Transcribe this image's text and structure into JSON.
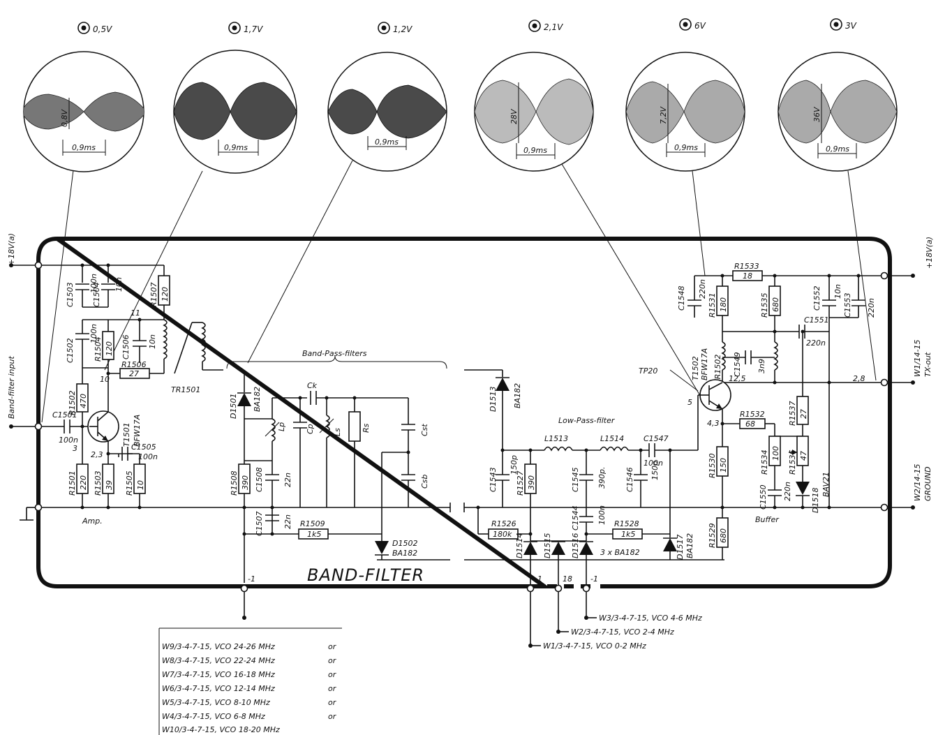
{
  "title": "BAND-FILTER",
  "scopes": [
    {
      "probe": "0,5V",
      "amplitude": "0,8V",
      "period": "0,9ms"
    },
    {
      "probe": "1,7V",
      "amplitude": "",
      "period": "0,9ms"
    },
    {
      "probe": "1,2V",
      "amplitude": "",
      "period": "0,9ms"
    },
    {
      "probe": "2,1V",
      "amplitude": "28V",
      "period": "0,9ms"
    },
    {
      "probe": "6V",
      "amplitude": "7,2V",
      "period": "0,9ms"
    },
    {
      "probe": "3V",
      "amplitude": "36V",
      "period": "0,9ms"
    }
  ],
  "terminals": {
    "left_supply": "+18V(a)",
    "left_input": "Band-filter input",
    "right_supply": "+18V(a)",
    "right_out_code": "W1/14-15",
    "right_out": "TX-out",
    "right_gnd_code": "W2/14-15",
    "right_gnd": "GROUND"
  },
  "sections": {
    "bpf": "Band-Pass-filters",
    "lpf": "Low-Pass-filter",
    "amp": "Amp.",
    "buffer": "Buffer",
    "tp": "TP20"
  },
  "components": {
    "c1503": "C1503",
    "c1503v": "100n",
    "c1504": "C1504",
    "c1504v": "10n",
    "r1507": "R1507",
    "r1507v": "120",
    "c1502": "C1502",
    "c1502v": "100n",
    "r1504": "R1504",
    "r1504v": "120",
    "c1506": "C1506",
    "c1506v": "10n",
    "r1506": "R1506",
    "r1506v": "27",
    "tr1501": "TR1501",
    "r1502": "R1502",
    "r1502v": "470",
    "c1501": "C1501",
    "c1501v": "100n",
    "t1501": "T1501",
    "t1501v": "BFW17A",
    "c1505": "C1505",
    "c1505v": "100n",
    "r1501": "R1501",
    "r1501v": "220",
    "r1503": "R1503",
    "r1503v": "39",
    "r1505": "R1505",
    "r1505v": "10",
    "d1501": "D1501",
    "d1501v": "BA182",
    "ck": "Ck",
    "lp": "Lp",
    "cp": "Cp",
    "ls": "Ls",
    "rs": "Rs",
    "cst": "Cst",
    "csb": "Csb",
    "r1508": "R1508",
    "r1508v": "390",
    "c1508": "C1508",
    "c1508v": "22n",
    "c1507": "C1507",
    "c1507v": "22n",
    "r1509": "R1509",
    "r1509v": "1k5",
    "d1502": "D1502",
    "d1502v": "BA182",
    "d1513": "D1513",
    "d1513v": "BA182",
    "l1513": "L1513",
    "l1514": "L1514",
    "c1547": "C1547",
    "c1547v": "100n",
    "c1543": "C1543",
    "c1543v": "150p",
    "r1527": "R1527",
    "r1527v": "390",
    "c1545": "C1545",
    "c1545v": "390p.",
    "c1546": "C1546",
    "c1546v": "150p",
    "c1544": "C1544",
    "c1544v": "100n",
    "r1526": "R1526",
    "r1526v": "180k",
    "r1528": "R1528",
    "r1528v": "1k5",
    "d1514": "D1514",
    "d1515": "D1515",
    "d1516": "D1516",
    "d151x": "3 x BA182",
    "d1517": "D1517",
    "d1517v": "BA182",
    "c1548": "C1548",
    "c1548v": "220n",
    "r1531": "R1531",
    "r1531v": "180",
    "r1533": "R1533",
    "r1533v": "18",
    "r1535": "R1535",
    "r1535v": "680",
    "c1552": "C1552",
    "c1552v": "10n",
    "c1553": "C1553",
    "c1553v": "220n",
    "c1551": "C1551",
    "c1551v": "220n",
    "c1549": "C1549",
    "c1549v": "3n9",
    "t1502": "T1502",
    "t1502v": "BFW17A",
    "tr1502": "TR1502",
    "r1532": "R1532",
    "r1532v": "68",
    "r1537": "R1537",
    "r1537v": "27",
    "r1530": "R1530",
    "r1530v": "150",
    "r1534": "R1534",
    "r1534v": "100",
    "r1536": "R1536",
    "r1536v": "47",
    "c1550": "C1550",
    "c1550v": "220n",
    "d1518": "D1518",
    "d1518v": "BAV21",
    "r1529": "R1529",
    "r1529v": "680"
  },
  "nodes": {
    "n11": "11",
    "n10": "10",
    "n3": "3",
    "n23": "2,3",
    "n125": "12,5",
    "n28": "2,8",
    "n5": "5",
    "n43": "4,3",
    "b1": "-1",
    "b2": "-1",
    "b3": "18",
    "b4": "-1"
  },
  "vco_left": [
    {
      "text": "W9/3-4-7-15, VCO 24-26 MHz",
      "or": "or"
    },
    {
      "text": "W8/3-4-7-15, VCO 22-24 MHz",
      "or": "or"
    },
    {
      "text": "W7/3-4-7-15, VCO 16-18 MHz",
      "or": "or"
    },
    {
      "text": "W6/3-4-7-15, VCO 12-14 MHz",
      "or": "or"
    },
    {
      "text": "W5/3-4-7-15, VCO 8-10 MHz",
      "or": "or"
    },
    {
      "text": "W4/3-4-7-15, VCO 6-8 MHz",
      "or": "or"
    },
    {
      "text": "W10/3-4-7-15, VCO 18-20 MHz",
      "or": ""
    }
  ],
  "vco_right": [
    "W3/3-4-7-15, VCO 4-6 MHz",
    "W2/3-4-7-15, VCO 2-4 MHz",
    "W1/3-4-7-15, VCO 0-2 MHz"
  ]
}
